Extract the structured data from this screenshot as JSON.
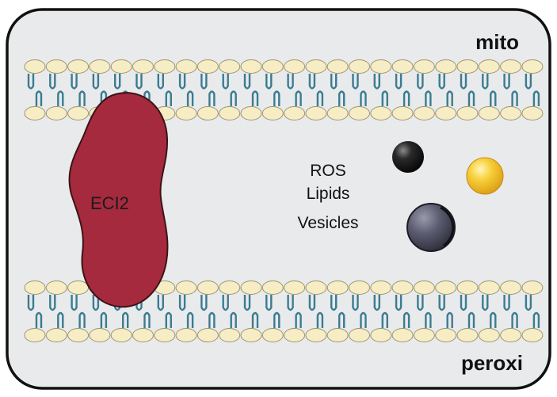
{
  "labels": {
    "top_compartment": "mito",
    "bottom_compartment": "peroxi",
    "protein": "ECI2",
    "cargo": [
      "ROS",
      "Lipids",
      "Vesicles"
    ]
  },
  "colors": {
    "cell_fill": "#e9eaeb",
    "cell_border": "#111111",
    "lipid_head_fill": "#f6edc4",
    "lipid_head_stroke": "#9c9474",
    "lipid_tail": "#3a7c93",
    "protein_fill": "#a52a3e",
    "protein_stroke": "#3a1418",
    "particle_black": "#1b1b1b",
    "particle_gray": "#5c5c70",
    "particle_yellow": "#f5c42a"
  },
  "icons": {
    "small_particle": "black-sphere-icon",
    "medium_particle": "gray-sphere-icon",
    "yellow_particle": "yellow-sphere-icon"
  }
}
